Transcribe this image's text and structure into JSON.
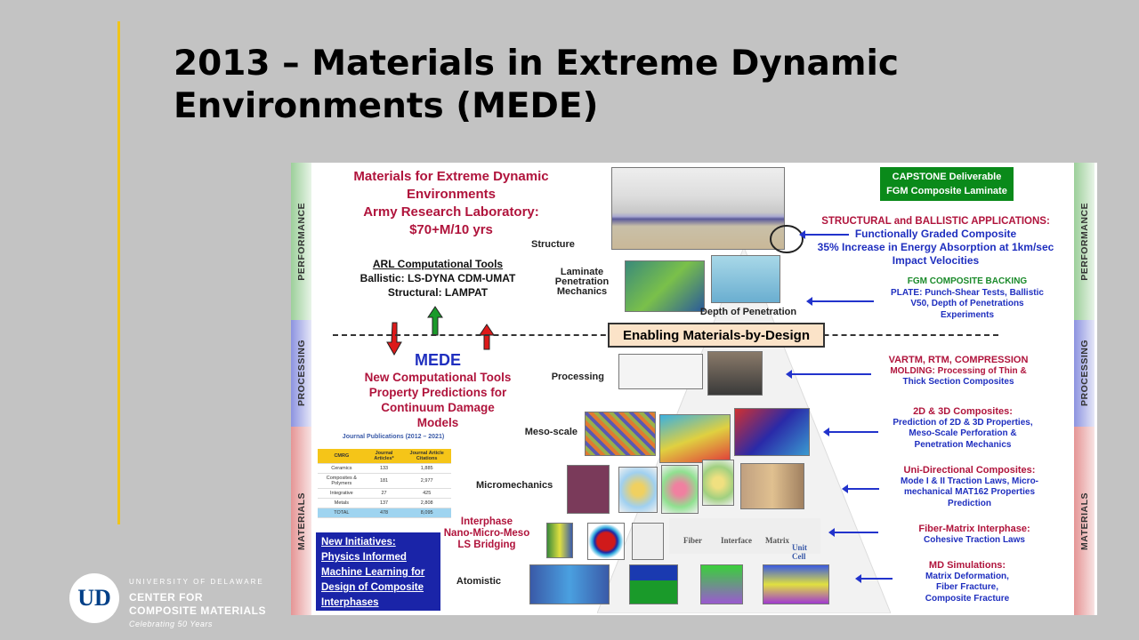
{
  "slide": {
    "title": "2013 – Materials in Extreme Dynamic Environments (MEDE)"
  },
  "logo": {
    "mark": "UD",
    "university": "UNIVERSITY OF DELAWARE",
    "center_line1": "CENTER FOR",
    "center_line2": "COMPOSITE MATERIALS",
    "tagline": "Celebrating 50 Years"
  },
  "figure": {
    "stages": {
      "performance": "PERFORMANCE",
      "processing": "PROCESSING",
      "materials": "MATERIALS"
    },
    "header": {
      "line1": "Materials for Extreme Dynamic",
      "line2": "Environments",
      "line3": "Army Research Laboratory:  $70+M/10 yrs"
    },
    "arl_tools": {
      "title": "ARL Computational Tools",
      "line1": "Ballistic: LS-DYNA CDM-UMAT",
      "line2": "Structural: LAMPAT"
    },
    "mede": {
      "title": "MEDE",
      "line1": "New Computational Tools",
      "line2": "Property Predictions for",
      "line3": "Continuum Damage",
      "line4": "Models"
    },
    "journal": {
      "caption": "Journal Publications (2012 – 2021)",
      "headers": [
        "CMRG",
        "Journal Articles*",
        "Journal Article Citations"
      ],
      "rows": [
        [
          "Ceramics",
          "133",
          "1,885"
        ],
        [
          "Composites & Polymers",
          "181",
          "2,977"
        ],
        [
          "Integrative",
          "27",
          "425"
        ],
        [
          "Metals",
          "137",
          "2,808"
        ],
        [
          "TOTAL",
          "478",
          "8,095"
        ]
      ]
    },
    "new_initiatives": {
      "line1": "New Initiatives:",
      "line2": "Physics Informed",
      "line3": "Machine Learning for",
      "line4": "Design of  Composite",
      "line5": "Interphases"
    },
    "enabling": "Enabling Materials-by-Design",
    "levels": {
      "structure": "Structure",
      "laminate1": "Laminate",
      "laminate2": "Penetration",
      "laminate3": "Mechanics",
      "depth": "Depth of Penetration",
      "processing": "Processing",
      "meso": "Meso-scale",
      "micro": "Micromechanics",
      "interphase1": "Interphase",
      "interphase2": "Nano-Micro-Meso",
      "interphase3": "LS Bridging",
      "atomistic": "Atomistic"
    },
    "unit_cell": {
      "fiber": "Fiber",
      "interface": "Interface",
      "matrix": "Matrix",
      "cell": "Unit Cell"
    },
    "capstone": {
      "line1": "CAPSTONE Deliverable",
      "line2": "FGM Composite Laminate"
    },
    "right": {
      "structural_title": "STRUCTURAL and BALLISTIC APPLICATIONS:",
      "structural_l1": "Functionally Graded Composite",
      "structural_l2": "35% Increase in Energy Absorption at 1km/sec",
      "structural_l3": "Impact Velocities",
      "fgm_title": "FGM COMPOSITE BACKING",
      "fgm_l1": "PLATE: Punch-Shear Tests, Ballistic",
      "fgm_l2": "V50, Depth of Penetrations",
      "fgm_l3": "Experiments",
      "vartm_title": "VARTM, RTM, COMPRESSION",
      "vartm_l1": "MOLDING: Processing of Thin &",
      "vartm_l2": "Thick Section Composites",
      "comp_title": "2D & 3D Composites:",
      "comp_l1": "Prediction of 2D & 3D Properties,",
      "comp_l2": "Meso-Scale Perforation &",
      "comp_l3": "Penetration Mechanics",
      "uni_title": "Uni-Directional Composites:",
      "uni_l1": "Mode I & II Traction Laws, Micro-",
      "uni_l2": "mechanical MAT162 Properties",
      "uni_l3": "Prediction",
      "fm_title": "Fiber-Matrix Interphase:",
      "fm_l1": "Cohesive Traction Laws",
      "md_title": "MD Simulations:",
      "md_l1": "Matrix Deformation,",
      "md_l2": "Fiber Fracture,",
      "md_l3": "Composite Fracture"
    }
  }
}
